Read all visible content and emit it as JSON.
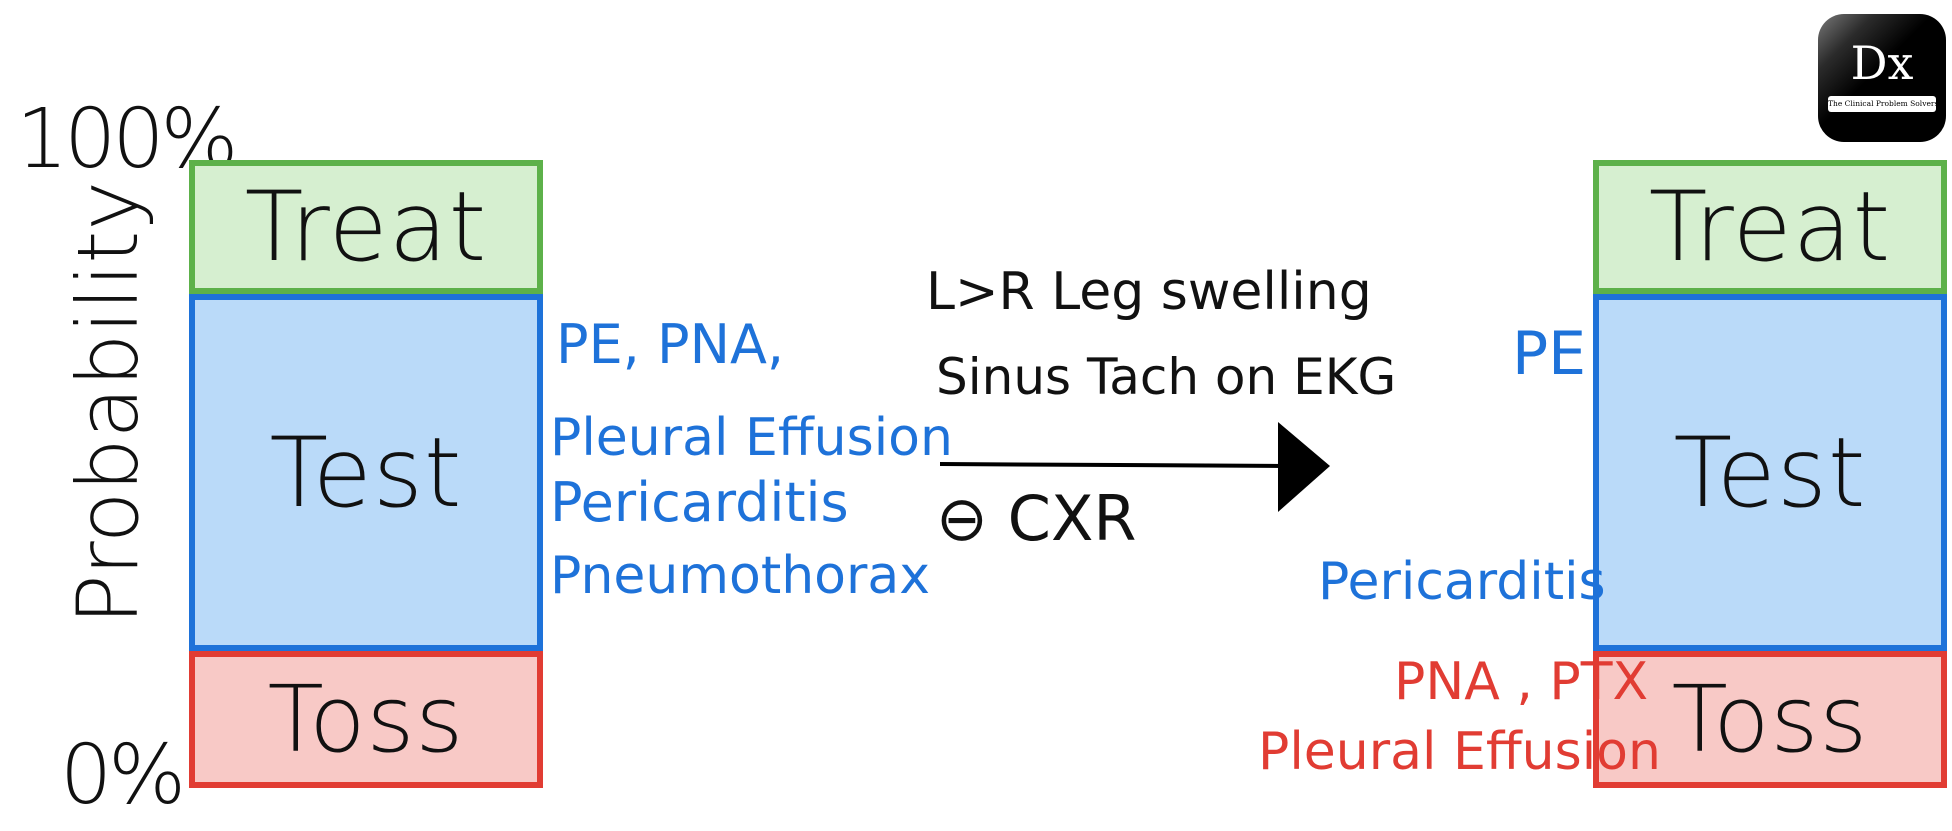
{
  "axis": {
    "top_label": "100%",
    "bottom_label": "0%",
    "title": "Probability"
  },
  "left_chart": {
    "treat_label": "Treat",
    "test_label": "Test",
    "toss_label": "Toss",
    "test_items": [
      "PE, PNA,",
      "Pleural Effusion",
      "Pericarditis",
      "Pneumothorax"
    ]
  },
  "transition": {
    "findings": [
      "L>R Leg swelling",
      "Sinus Tach on EKG"
    ],
    "negative_finding": "⊖ CXR",
    "arrow_icon": "right-arrow-icon"
  },
  "right_chart": {
    "treat_label": "Treat",
    "test_label": "Test",
    "toss_label": "Toss",
    "test_items_top": "PE",
    "test_items_bottom": "Pericarditis",
    "toss_items": [
      "PNA , PTX",
      "Pleural Effusion"
    ]
  },
  "logo": {
    "mark": "Dx",
    "tagline": "The Clinical Problem Solvers"
  },
  "colors": {
    "treat_border": "#5db14a",
    "treat_fill": "#d6efd0",
    "test_border": "#1e72d9",
    "test_fill": "#badaf9",
    "toss_border": "#e13c33",
    "toss_fill": "#f8c9c6",
    "blue_text": "#1e72d9",
    "red_text": "#e13c33"
  }
}
